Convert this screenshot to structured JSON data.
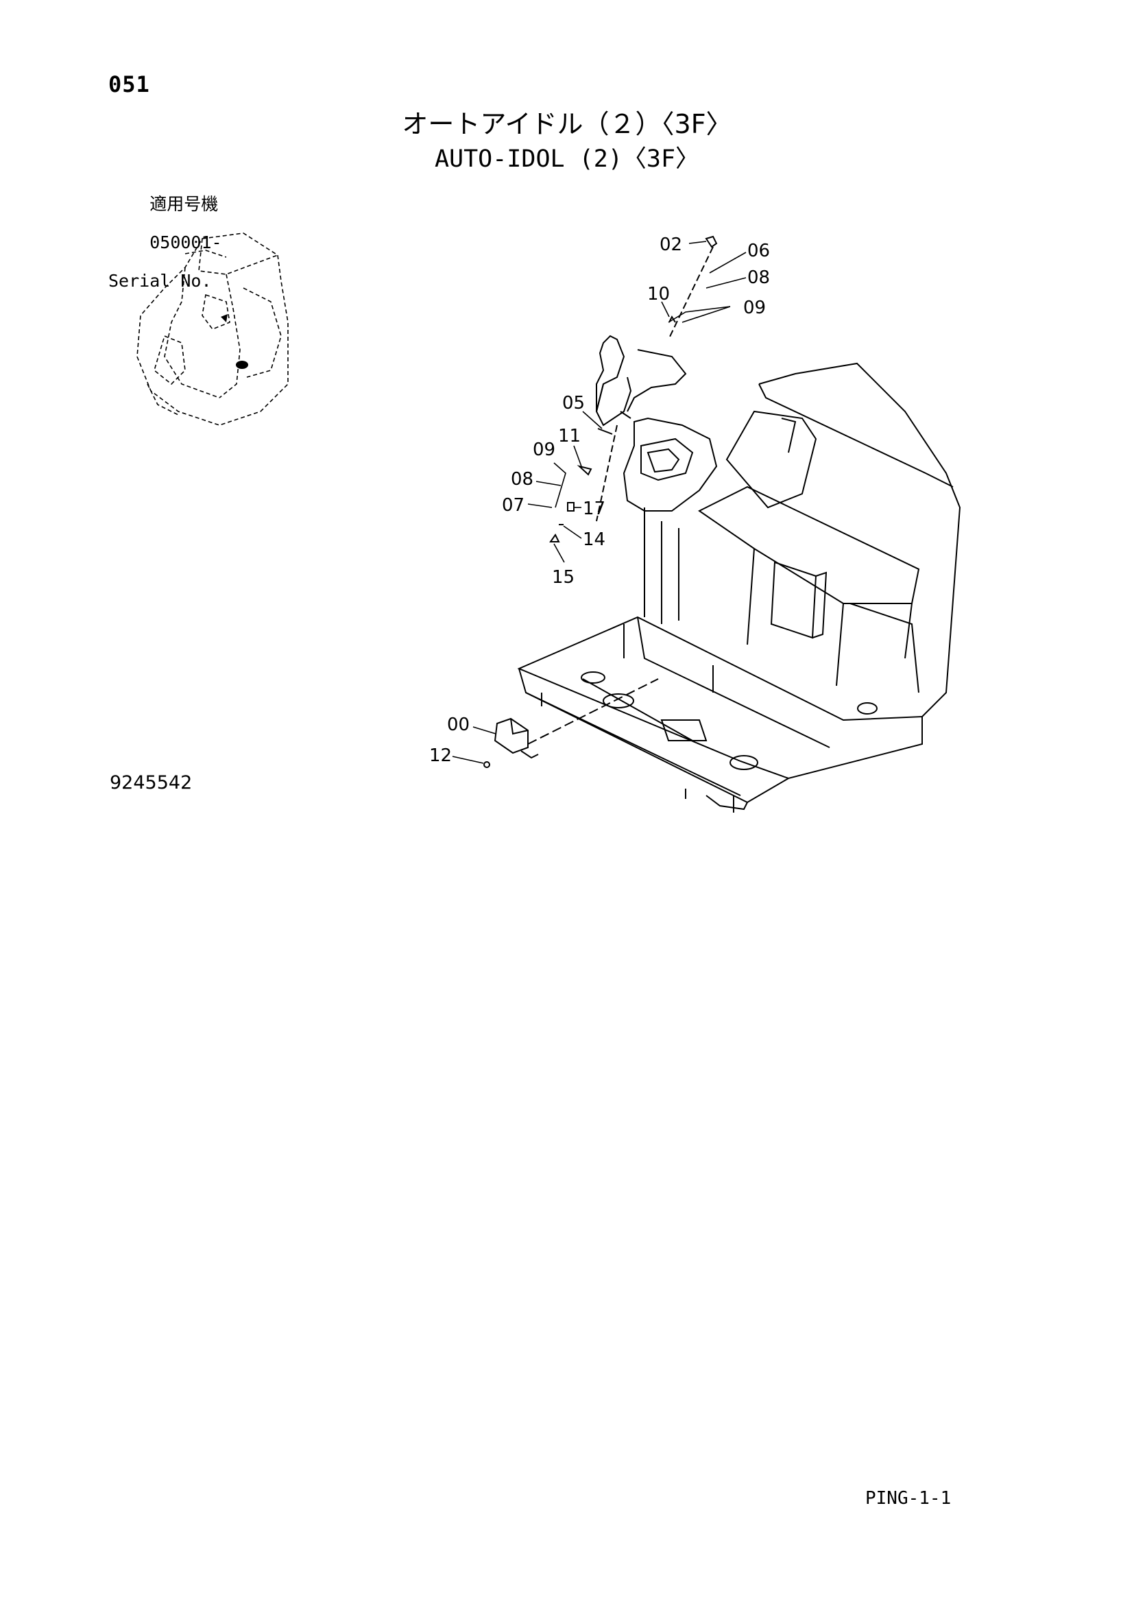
{
  "page": {
    "number": "051",
    "title_jp": "オートアイドル（２）〈3F〉",
    "title_en": "AUTO-IDOL (2)〈3F〉",
    "applicable_model_label": "適用号機",
    "serial_start": "050001-",
    "serial_label": "Serial No.",
    "drawing_number": "9245542",
    "page_ref": "PING-1-1"
  },
  "callouts": {
    "c02": "02",
    "c06": "06",
    "c08a": "08",
    "c10": "10",
    "c09a": "09",
    "c05": "05",
    "c11": "11",
    "c09b": "09",
    "c08b": "08",
    "c07": "07",
    "c17": "17",
    "c14": "14",
    "c15": "15",
    "c00": "00",
    "c12": "12"
  }
}
